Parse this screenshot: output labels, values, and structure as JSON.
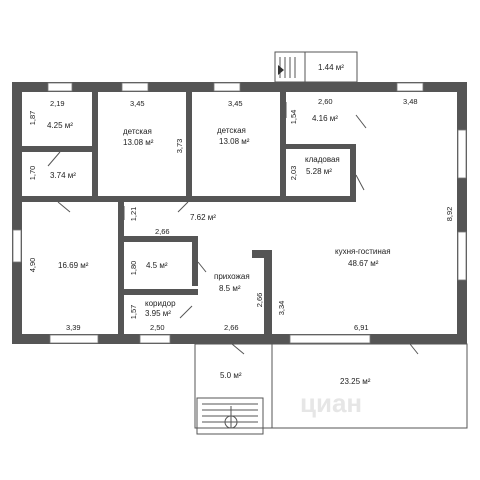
{
  "rooms": {
    "porch_top_area": "1.44 м²",
    "room_nw_area": "4.25 м²",
    "kids1_name": "детская",
    "kids1_area": "13.08 м²",
    "kids2_name": "детская",
    "kids2_area": "13.08 м²",
    "room_ne_small_area": "4.16 м²",
    "storage_name": "кладовая",
    "storage_area": "5.28 м²",
    "room_w_small_area": "3.74 м²",
    "hall_area": "7.62 м²",
    "room_sw_area": "16.69 м²",
    "room_mid_area": "4.5 м²",
    "entry_name": "прихожая",
    "entry_area": "8.5 м²",
    "corridor_name": "коридор",
    "corridor_area": "3.95 м²",
    "kitchen_name": "кухня-гостиная",
    "kitchen_area": "48.67 м²",
    "terrace_left_area": "5.0 м²",
    "terrace_right_area": "23.25 м²"
  },
  "dims": {
    "d219": "2,19",
    "d345a": "3,45",
    "d345b": "3,45",
    "d260": "2,60",
    "d348": "3,48",
    "d187": "1,87",
    "d373": "3,73",
    "d154": "1,54",
    "d170": "1,70",
    "d203": "2,03",
    "d892": "8,92",
    "d121": "1,21",
    "d266a": "2,66",
    "d490": "4,90",
    "d180": "1,80",
    "d266b": "2,66",
    "d334": "3,34",
    "d157": "1,57",
    "d250": "2,50",
    "d266c": "2,66",
    "d339": "3,39",
    "d691": "6,91"
  },
  "watermark": "циан"
}
